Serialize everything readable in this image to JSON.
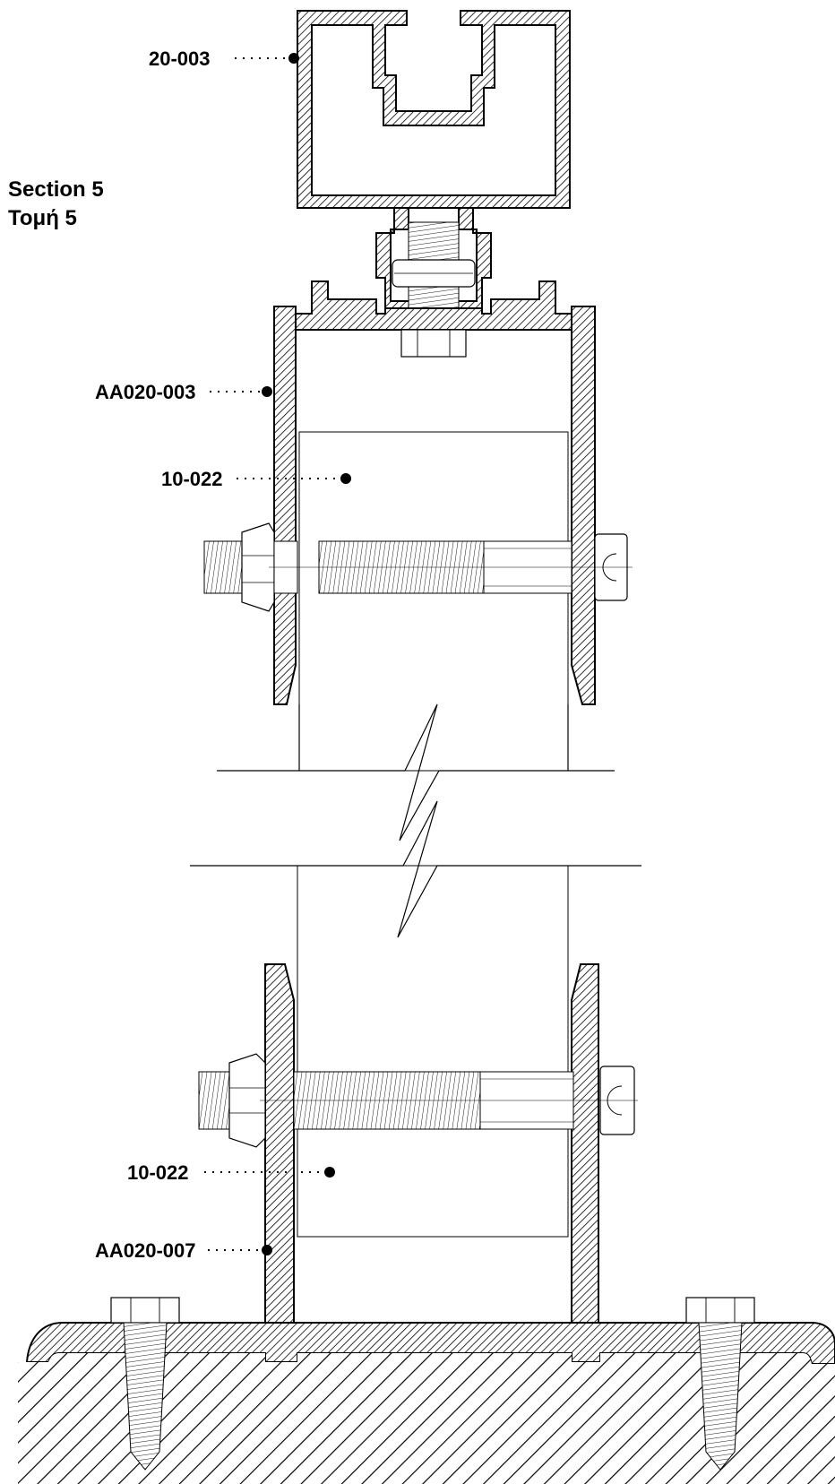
{
  "title": {
    "line1": "Section 5",
    "line2": "Τομή 5"
  },
  "labels": {
    "top_profile": "20-003",
    "upper_profile": "AA020-003",
    "upper_insert": "10-022",
    "lower_insert": "10-022",
    "base_profile": "AA020-007"
  },
  "colors": {
    "line": "#000000",
    "background": "#ffffff"
  }
}
